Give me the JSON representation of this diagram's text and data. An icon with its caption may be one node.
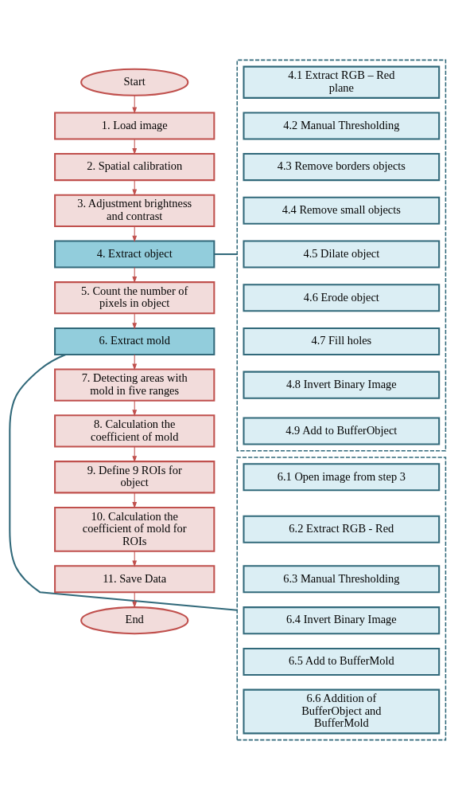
{
  "diagram": {
    "nodes": [
      {
        "text": [
          "Start"
        ]
      },
      {
        "text": [
          "1. Load image"
        ]
      },
      {
        "text": [
          "2. Spatial calibration"
        ]
      },
      {
        "text": [
          "3. Adjustment brightness and contrast"
        ]
      },
      {
        "text": [
          "4. Extract object"
        ]
      },
      {
        "text": [],
        "shape": "box"
      },
      {
        "text": [
          "4.1 Extract RGB – Red plane"
        ],
        "in": 5
      },
      {
        "text": [
          "4.2 Manual Thresholding"
        ],
        "in": 5
      },
      {
        "text": [
          "4.3 Remove borders objects"
        ],
        "in": 5
      },
      {
        "text": [
          "4.4 Remove small objects"
        ],
        "in": 5
      },
      {
        "text": [
          "4.5 Dilate object"
        ],
        "in": 5
      },
      {
        "text": [
          "4.6 Erode object"
        ],
        "in": 5
      },
      {
        "text": [
          "4.7 Fill holes"
        ],
        "in": 5
      },
      {
        "text": [
          "4.8 Invert Binary Image"
        ],
        "in": 5
      },
      {
        "text": [
          "4.9 Add to BufferObject"
        ],
        "in": 5
      },
      {
        "text": [
          "5. Count the number of pixels in object"
        ]
      },
      {
        "text": [
          "6. Extract mold"
        ]
      },
      {
        "text": [],
        "shape": "box"
      },
      {
        "text": [
          "6.1 Open image from step 3"
        ],
        "in": 17
      },
      {
        "text": [
          "6.2 Extract RGB - Red"
        ],
        "in": 17
      },
      {
        "text": [
          "6.3 Manual Thresholding"
        ],
        "in": 17
      },
      {
        "text": [
          "6.4 Invert Binary Image"
        ],
        "in": 17
      },
      {
        "text": [
          "6.5 Add to BufferMold"
        ],
        "in": 17
      },
      {
        "text": [
          "6.6 Addition of BufferObject and BufferMold"
        ],
        "in": 17
      },
      {
        "text": [
          "7. Detecting areas with mold in five ranges"
        ]
      },
      {
        "text": [
          "8. Calculation the coefficient of mold"
        ]
      },
      {
        "text": [
          "9. Define 9 ROIs for object"
        ]
      },
      {
        "text": [
          "10. Calculation the coefficient of mold for ROIs"
        ]
      },
      {
        "text": [
          "11. Save Data"
        ]
      },
      {
        "text": [
          "End"
        ]
      }
    ],
    "edges": [
      {
        "from": 0,
        "to": 1,
        "arrow": "to"
      },
      {
        "from": 1,
        "to": 2,
        "arrow": "to"
      },
      {
        "from": 2,
        "to": 3,
        "arrow": "to"
      },
      {
        "from": 3,
        "to": 4,
        "arrow": "to"
      },
      {
        "from": 4,
        "to": 5,
        "arrow": "none",
        "color": "#31697a"
      },
      {
        "from": 4,
        "to": 15,
        "arrow": "to"
      },
      {
        "from": 15,
        "to": 16,
        "arrow": "to"
      },
      {
        "from": 16,
        "to": 17,
        "arrow": "none",
        "color": "#31697a"
      },
      {
        "from": 16,
        "to": 24,
        "arrow": "to"
      },
      {
        "from": 24,
        "to": 25,
        "arrow": "to"
      },
      {
        "from": 25,
        "to": 26,
        "arrow": "to"
      },
      {
        "from": 26,
        "to": 27,
        "arrow": "to"
      },
      {
        "from": 27,
        "to": 28,
        "arrow": "to"
      },
      {
        "from": 28,
        "to": 29,
        "arrow": "to"
      }
    ]
  }
}
